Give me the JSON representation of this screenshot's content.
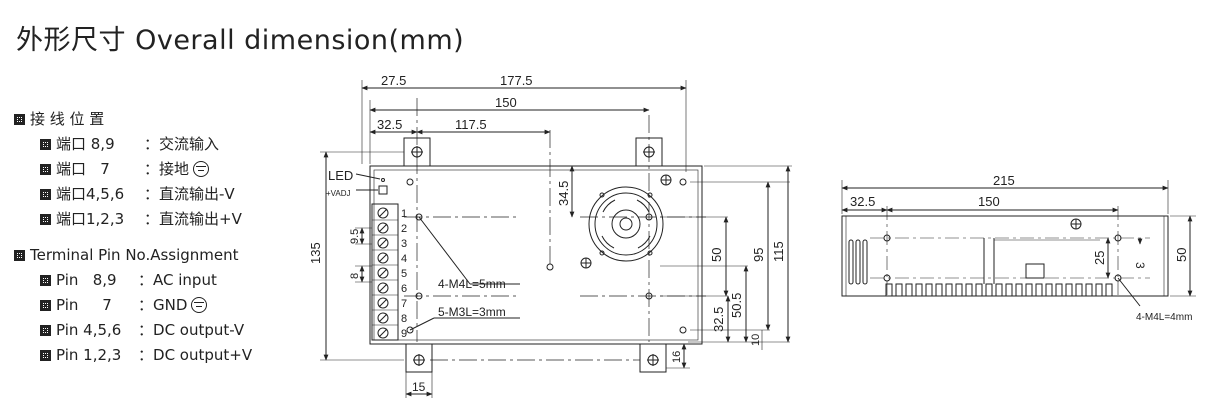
{
  "title": "外形尺寸 Overall dimension(mm)",
  "legend": {
    "cn_heading": "接 线 位 置",
    "cn_items": [
      {
        "pin": "端口 8,9",
        "sep": "：",
        "desc": "交流输入",
        "gnd": false
      },
      {
        "pin": "端口   7",
        "sep": "：",
        "desc": "接地",
        "gnd": true
      },
      {
        "pin": "端口4,5,6",
        "sep": "：",
        "desc": "直流输出-V",
        "gnd": false
      },
      {
        "pin": "端口1,2,3",
        "sep": "：",
        "desc": "直流输出+V",
        "gnd": false
      }
    ],
    "en_heading": "Terminal Pin No.Assignment",
    "en_items": [
      {
        "pin": "Pin   8,9",
        "sep": "：",
        "desc": "AC input",
        "gnd": false
      },
      {
        "pin": "Pin     7",
        "sep": "：",
        "desc": "GND",
        "gnd": true
      },
      {
        "pin": "Pin 4,5,6",
        "sep": "：",
        "desc": "DC output-V",
        "gnd": false
      },
      {
        "pin": "Pin 1,2,3",
        "sep": "：",
        "desc": "DC output+V",
        "gnd": false
      }
    ]
  },
  "front_view": {
    "labels": {
      "led": "LED",
      "vadj": "+VADJ",
      "m4": "4-M4L=5mm",
      "m3": "5-M3L=3mm"
    },
    "pins": [
      "1",
      "2",
      "3",
      "4",
      "5",
      "6",
      "7",
      "8",
      "9"
    ],
    "dims": {
      "d27_5": "27.5",
      "d177_5": "177.5",
      "d150": "150",
      "d32_5": "32.5",
      "d117_5": "117.5",
      "d34_5": "34.5",
      "d9_5": "9.5",
      "d8": "8",
      "d135": "135",
      "d50": "50",
      "d95": "95",
      "d115": "115",
      "d50_5": "50.5",
      "d32_5b": "32.5",
      "d10": "10",
      "d16": "16",
      "d15": "15"
    }
  },
  "side_view": {
    "labels": {
      "m4": "4-M4L=4mm"
    },
    "dims": {
      "d215": "215",
      "d32_5": "32.5",
      "d150": "150",
      "d25": "25",
      "d3": "3",
      "d50": "50"
    }
  }
}
